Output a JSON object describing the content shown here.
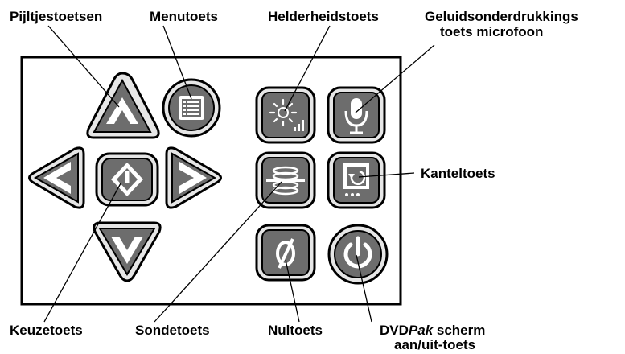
{
  "labels": {
    "arrow_keys": "Pijltjestoetsen",
    "menu_key": "Menutoets",
    "brightness_key": "Helderheidstoets",
    "mute_key_line1": "Geluidsonderdrukkings",
    "mute_key_line2": "toets microfoon",
    "tilt_key": "Kanteltoets",
    "select_key": "Keuzetoets",
    "probe_key": "Sondetoets",
    "zero_key": "Nultoets",
    "power_key_line1_a": "DVD",
    "power_key_line1_b": "Pak",
    "power_key_line1_c": " scherm",
    "power_key_line2": "aan/uit-toets"
  },
  "icons": {
    "up": "arrow-up-icon",
    "down": "arrow-down-icon",
    "left": "arrow-left-icon",
    "right": "arrow-right-icon",
    "menu": "menu-list-icon",
    "select": "select-diamond-icon",
    "brightness": "sun-brightness-icon",
    "microphone": "microphone-icon",
    "probe": "probe-coil-icon",
    "tilt": "rotate-screen-icon",
    "zero": "zero-slash-icon",
    "power": "power-icon"
  },
  "colors": {
    "button_face": "#6d6d6d",
    "button_rim": "#e6e6e6",
    "outline": "#000000",
    "glyph": "#ffffff"
  }
}
